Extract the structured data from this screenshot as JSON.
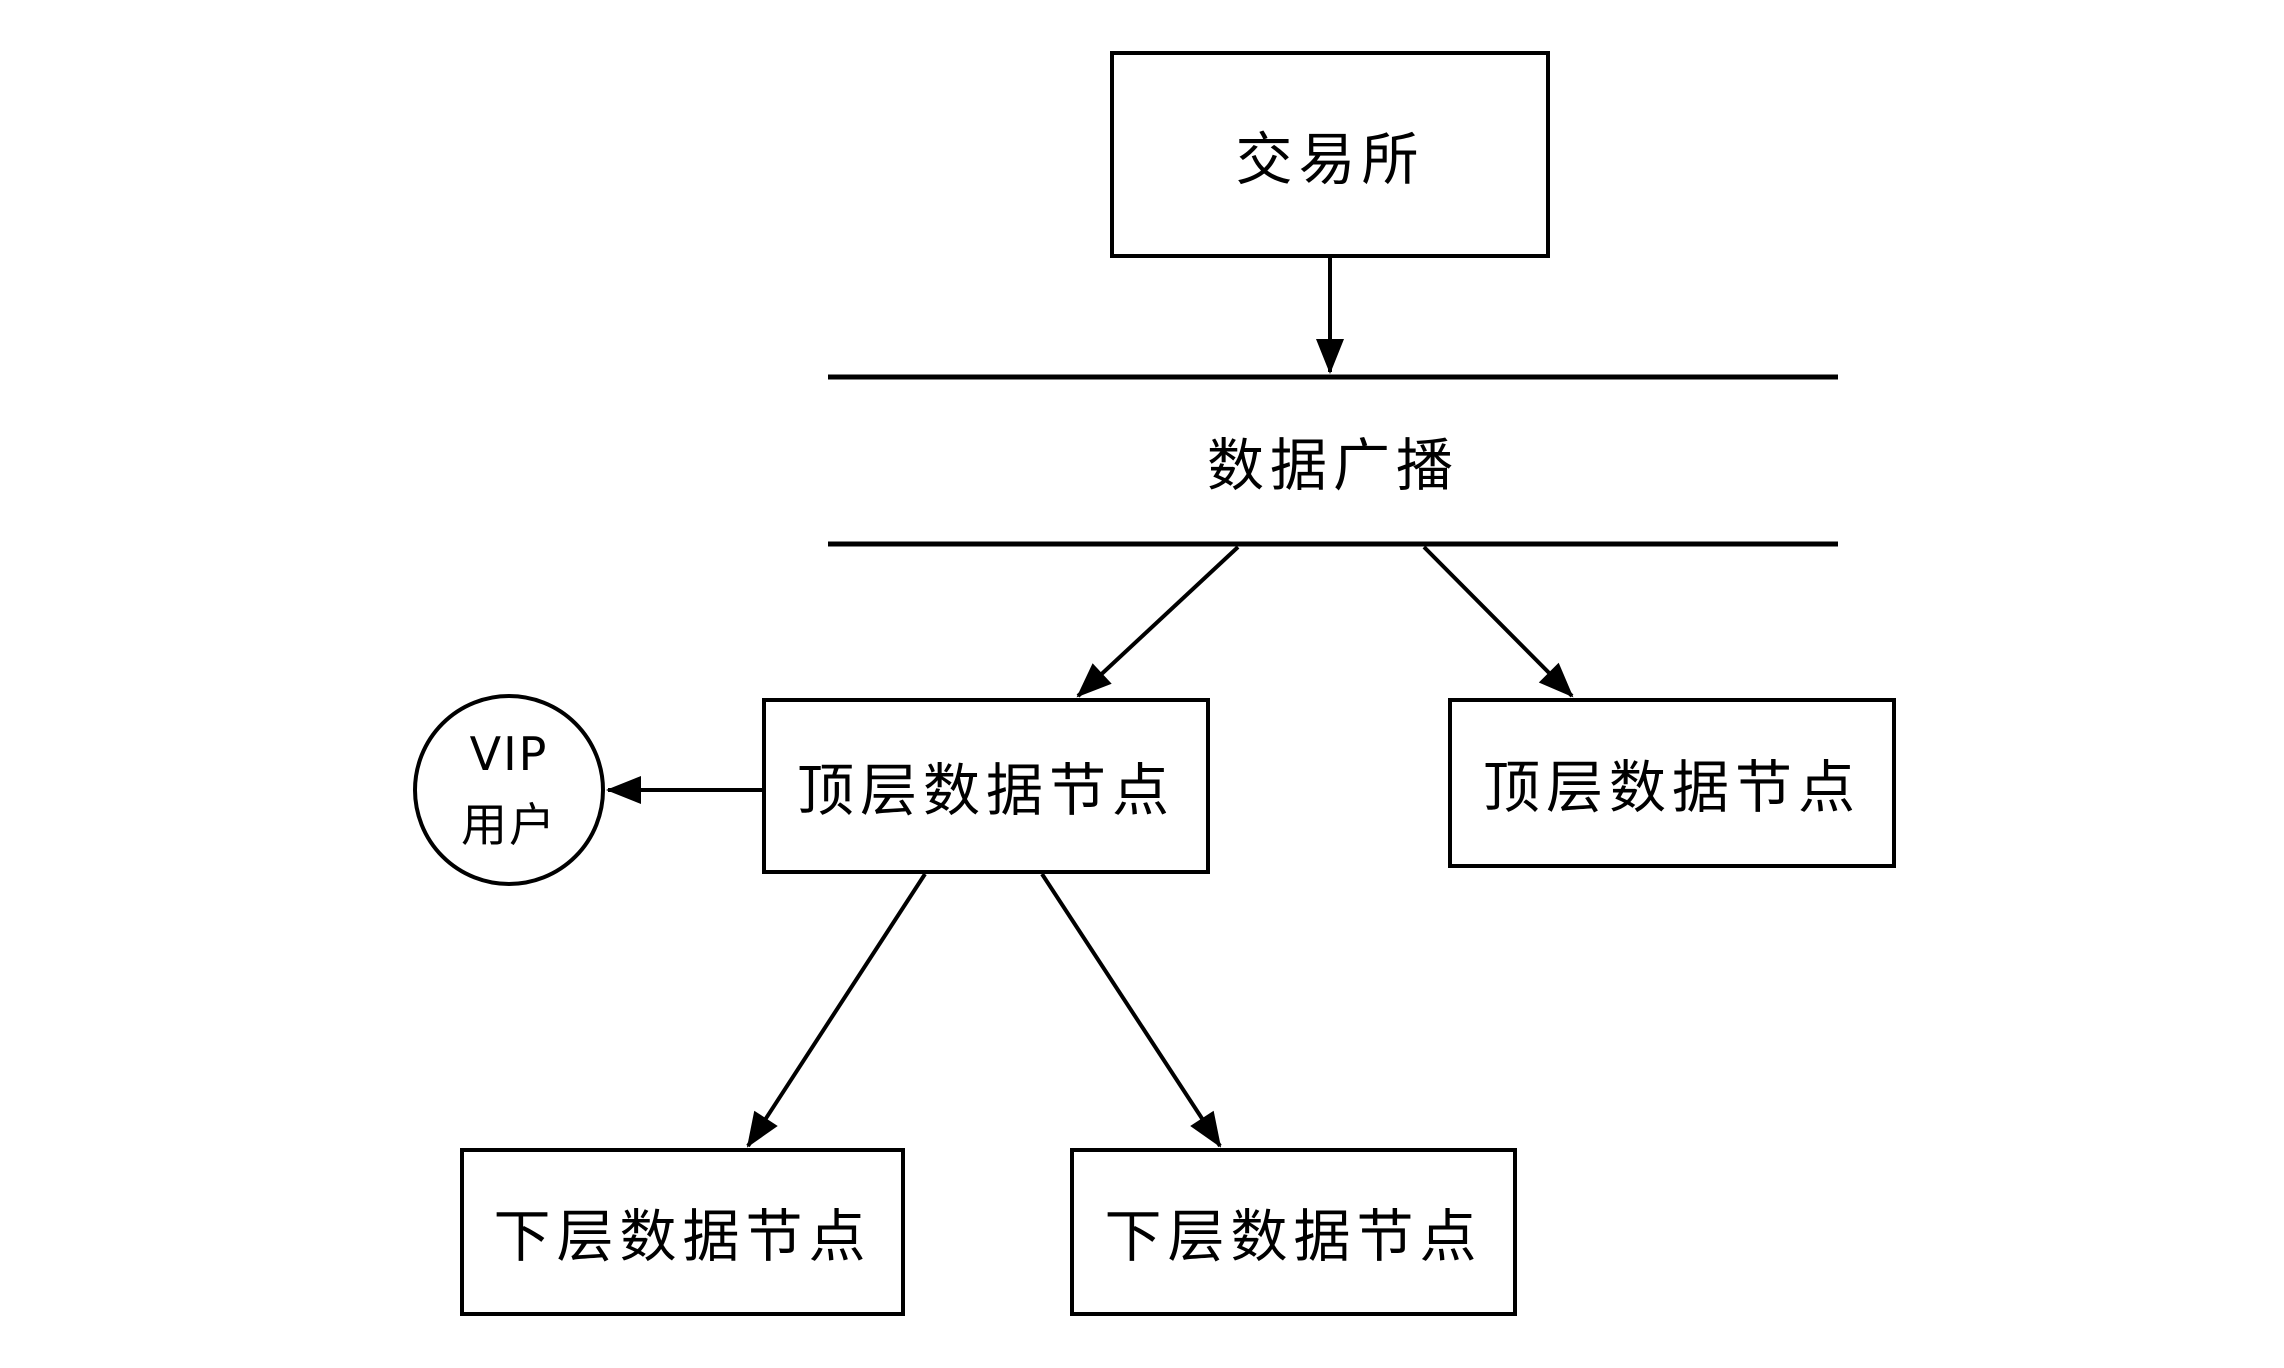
{
  "diagram": {
    "colors": {
      "background": "#ffffff",
      "stroke": "#000000",
      "text": "#000000"
    },
    "nodes": {
      "exchange": {
        "shape": "rect",
        "label": "交易所"
      },
      "broadcast_band": {
        "shape": "band",
        "label": "数据广播"
      },
      "top_node_left": {
        "shape": "rect",
        "label": "顶层数据节点"
      },
      "top_node_right": {
        "shape": "rect",
        "label": "顶层数据节点"
      },
      "vip_user": {
        "shape": "circle",
        "line1": "VIP",
        "line2": "用户"
      },
      "lower_node_left": {
        "shape": "rect",
        "label": "下层数据节点"
      },
      "lower_node_right": {
        "shape": "rect",
        "label": "下层数据节点"
      }
    },
    "edges": [
      {
        "from": "exchange",
        "to": "broadcast_band",
        "type": "arrow"
      },
      {
        "from": "broadcast_band",
        "to": "top_node_left",
        "type": "arrow"
      },
      {
        "from": "broadcast_band",
        "to": "top_node_right",
        "type": "arrow"
      },
      {
        "from": "top_node_left",
        "to": "vip_user",
        "type": "arrow"
      },
      {
        "from": "top_node_left",
        "to": "lower_node_left",
        "type": "arrow"
      },
      {
        "from": "top_node_left",
        "to": "lower_node_right",
        "type": "arrow"
      }
    ]
  }
}
